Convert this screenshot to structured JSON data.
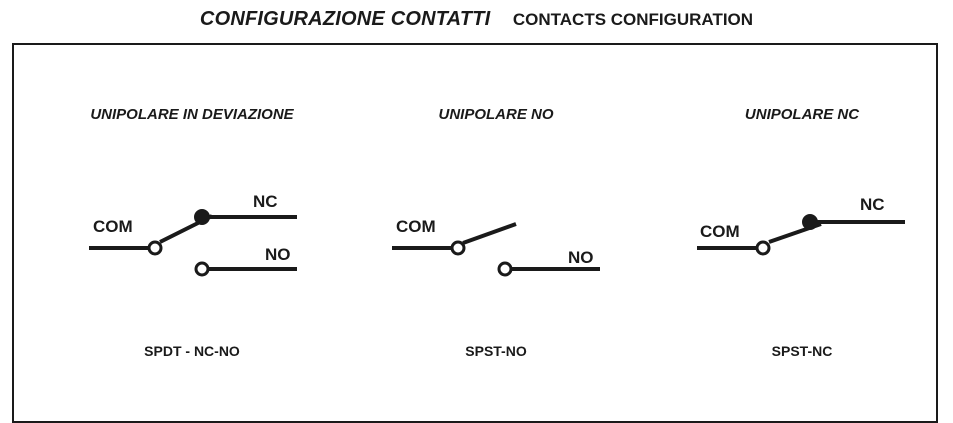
{
  "header": {
    "title_it": "CONFIGURAZIONE CONTATTI",
    "title_en": "CONTACTS CONFIGURATION"
  },
  "panels": [
    {
      "heading": "UNIPOLARE IN DEVIAZIONE",
      "caption": "SPDT - NC-NO",
      "labels": {
        "com": "COM",
        "nc": "NC",
        "no": "NO"
      }
    },
    {
      "heading": "UNIPOLARE  NO",
      "caption": "SPST-NO",
      "labels": {
        "com": "COM",
        "no": "NO"
      }
    },
    {
      "heading": "UNIPOLARE  NC",
      "caption": "SPST-NC",
      "labels": {
        "com": "COM",
        "nc": "NC"
      }
    }
  ],
  "colors": {
    "stroke": "#1a1a1a",
    "background": "#ffffff"
  }
}
